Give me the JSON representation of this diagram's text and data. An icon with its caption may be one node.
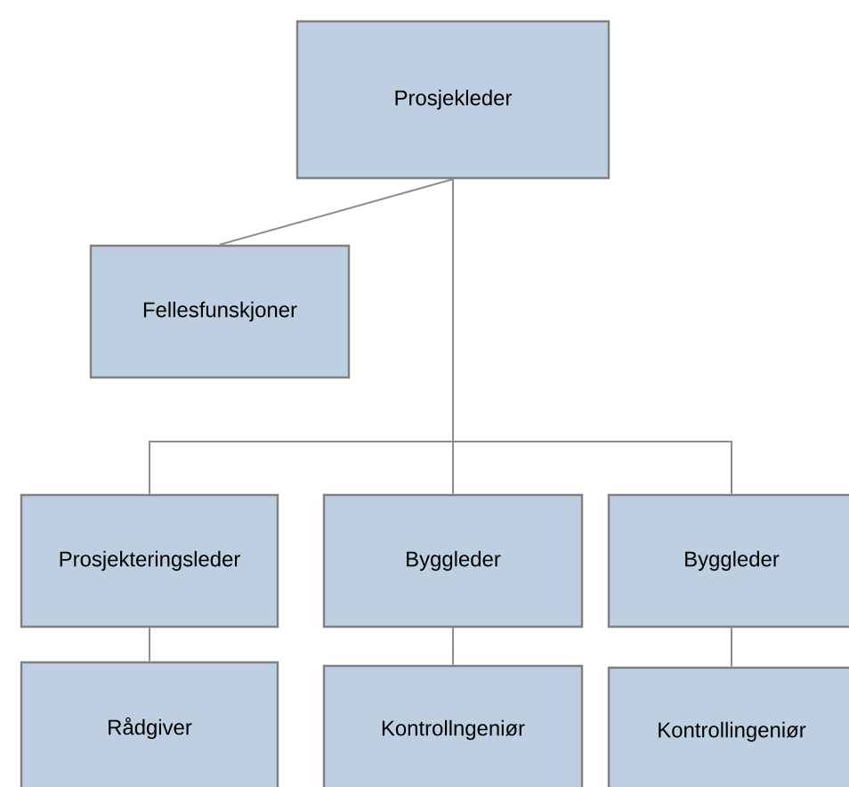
{
  "diagram": {
    "nodes": [
      {
        "text": [
          "Prosjekleder"
        ]
      },
      {
        "text": [
          "Fellesfunskjoner"
        ]
      },
      {
        "text": [
          "Prosjekteringsleder"
        ]
      },
      {
        "text": [
          "Byggleder"
        ]
      },
      {
        "text": [
          "Byggleder"
        ]
      },
      {
        "text": [
          "Rådgiver"
        ]
      },
      {
        "text": [
          "Kontrollngeniør"
        ]
      },
      {
        "text": [
          "Kontrollingeniør"
        ]
      }
    ],
    "edges": [
      {
        "from": 0,
        "to": 1,
        "arrow": "none"
      },
      {
        "from": 0,
        "to": 2,
        "arrow": "none"
      },
      {
        "from": 0,
        "to": 3,
        "arrow": "none"
      },
      {
        "from": 0,
        "to": 4,
        "arrow": "none"
      },
      {
        "from": 2,
        "to": 5,
        "arrow": "none"
      },
      {
        "from": 3,
        "to": 6,
        "arrow": "none"
      },
      {
        "from": 4,
        "to": 7,
        "arrow": "none"
      }
    ]
  }
}
